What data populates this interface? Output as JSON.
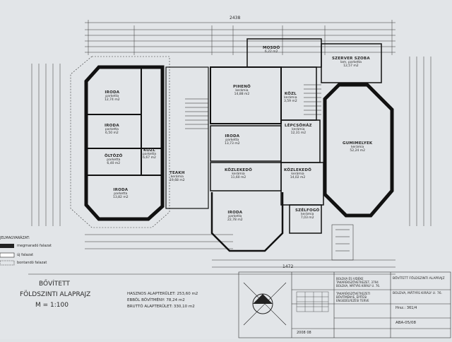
{
  "drawing": {
    "title_lines": [
      "BŐVÍTETT",
      "FÖLDSZINTI ALAPRAJZ",
      "M = 1:100"
    ],
    "areas": [
      "HASZNOS ALAPTERÜLET: 253,60 m2",
      "EBBŐL BŐVÍTMÉNY: 78,24 m2",
      "BRUTTÓ ALAPTERÜLET: 330,10 m2"
    ],
    "legend": {
      "title": "JELMAGYARÁZAT:",
      "items": [
        "megmaradó falazat",
        "új falazat",
        "bontandó falazat"
      ]
    },
    "top_dimension": "2438",
    "bottom_dimension": "1472",
    "rooms": [
      {
        "name": "IRODA",
        "sub1": "parketta",
        "sub2": "12,74 m2"
      },
      {
        "name": "IRODA",
        "sub1": "parketta",
        "sub2": "6,50 m2"
      },
      {
        "name": "ÖLTÖZŐ",
        "sub1": "parketta",
        "sub2": "6,40 m2"
      },
      {
        "name": "KÖZL",
        "sub1": "parketta",
        "sub2": "6,67 m2"
      },
      {
        "name": "IRODA",
        "sub1": "parketta",
        "sub2": "13,82 m2"
      },
      {
        "name": "TEAKH",
        "sub1": "kerámia",
        "sub2": "19,68 m2"
      },
      {
        "name": "PIHENŐ",
        "sub1": "kerámia",
        "sub2": "14,88 m2"
      },
      {
        "name": "IRODA",
        "sub1": "parketta",
        "sub2": "13,73 m2"
      },
      {
        "name": "KÖZLEKEDŐ",
        "sub1": "kerámia",
        "sub2": "11,60 m2"
      },
      {
        "name": "IRODA",
        "sub1": "parketta",
        "sub2": "22,78 m2"
      },
      {
        "name": "KÖZL",
        "sub1": "kerámia",
        "sub2": "3,59 m2"
      },
      {
        "name": "LÉPCSŐHÁZ",
        "sub1": "kerámia",
        "sub2": "12,31 m2"
      },
      {
        "name": "KÖZLEKEDŐ",
        "sub1": "kerámia",
        "sub2": "14,02 m2"
      },
      {
        "name": "SZÉLFOGÓ",
        "sub1": "kerámia",
        "sub2": "7,03 m2"
      },
      {
        "name": "SZERVER SZOBA",
        "sub1": "lam. parketta",
        "sub2": "12,57 m2"
      },
      {
        "name": "GUMIMELYEK",
        "sub1": "kerámia",
        "sub2": "52,24 m2"
      },
      {
        "name": "MOSDÓ",
        "sub1": "",
        "sub2": "6,22 m2"
      }
    ],
    "title_block": {
      "rows": [
        "BOLDVA ÉS VIDÉKE TAKARÉKSZÖVETKEZET, 3794 BOLDVA, MÁTYÁS KIRÁLY U. 76.",
        "TAKARÉKSZÖVETKEZETI BŐVÍTMÉNYE, ÉPÍTÉSI ENGEDÉLYEZÉSI TERVE",
        "BŐVÍTETT FÖLDSZINTI ALAPRAJZ",
        "BOLDVA, MÁTYÁS KIRÁLY U. 76."
      ],
      "ref": "ABA-05/08",
      "date": "2008 08",
      "hrsz": "Hrsz.: 361/4"
    }
  }
}
